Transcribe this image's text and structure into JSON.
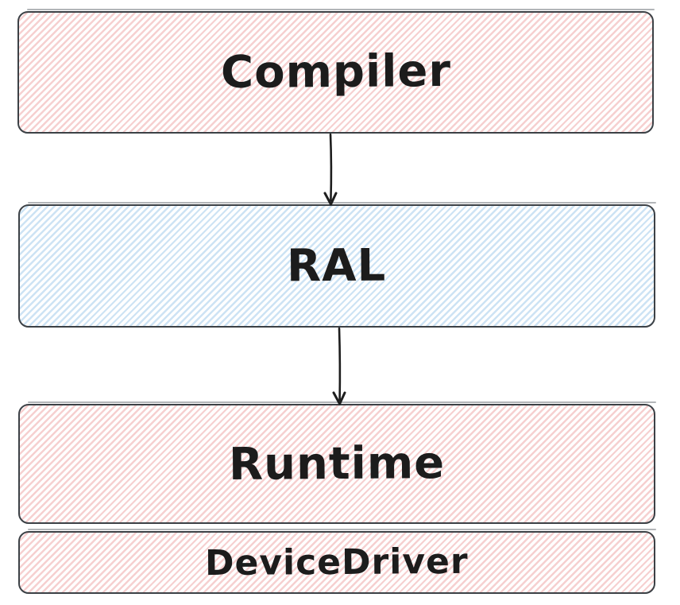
{
  "diagram": {
    "nodes": [
      {
        "id": "compiler",
        "label": "Compiler",
        "fill": "pink"
      },
      {
        "id": "ral",
        "label": "RAL",
        "fill": "blue"
      },
      {
        "id": "runtime",
        "label": "Runtime",
        "fill": "pink"
      },
      {
        "id": "devicedriver",
        "label": "DeviceDriver",
        "fill": "pink"
      }
    ],
    "edges": [
      {
        "from": "Compiler",
        "to": "RAL"
      },
      {
        "from": "RAL",
        "to": "Runtime"
      }
    ]
  },
  "colors": {
    "canvas": "#ffffff",
    "stroke": "#3c4146",
    "text": "#1c1c1c",
    "arrow": "#1e1e1e",
    "pinkHatch": "#f6d0d0",
    "blueHatch": "#cde3f4",
    "pinkBase": "#ffc9c9",
    "blueBase": "#a5d8ff"
  }
}
